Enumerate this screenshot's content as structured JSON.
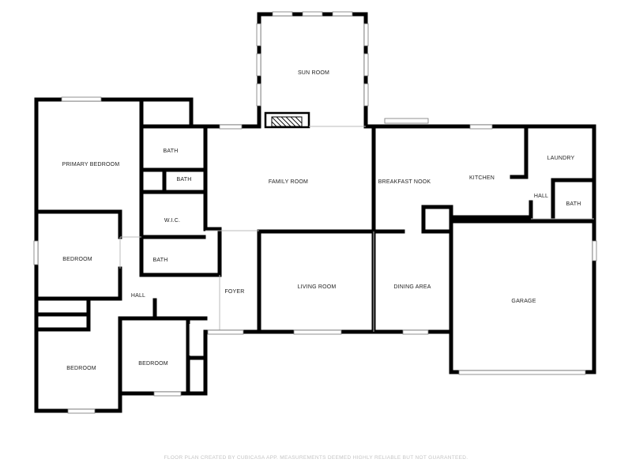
{
  "rooms": {
    "sun_room": "SUN ROOM",
    "primary_bedroom": "PRIMARY BEDROOM",
    "bath_upper": "BATH",
    "bath_small": "BATH",
    "family_room": "FAMILY ROOM",
    "breakfast_nook": "BREAKFAST NOOK",
    "kitchen": "KITCHEN",
    "laundry": "LAUNDRY",
    "hall_east": "HALL",
    "bath_east": "BATH",
    "wic": "W.I.C.",
    "bedroom_west": "BEDROOM",
    "bath_middle": "BATH",
    "foyer": "FOYER",
    "living_room": "LIVING ROOM",
    "dining_area": "DINING AREA",
    "garage": "GARAGE",
    "hall_west": "HALL",
    "bedroom_southwest": "BEDROOM",
    "bedroom_south": "BEDROOM"
  },
  "footer": "FLOOR PLAN CREATED BY CUBICASA APP. MEASUREMENTS DEEMED HIGHLY RELIABLE BUT NOT GUARANTEED."
}
